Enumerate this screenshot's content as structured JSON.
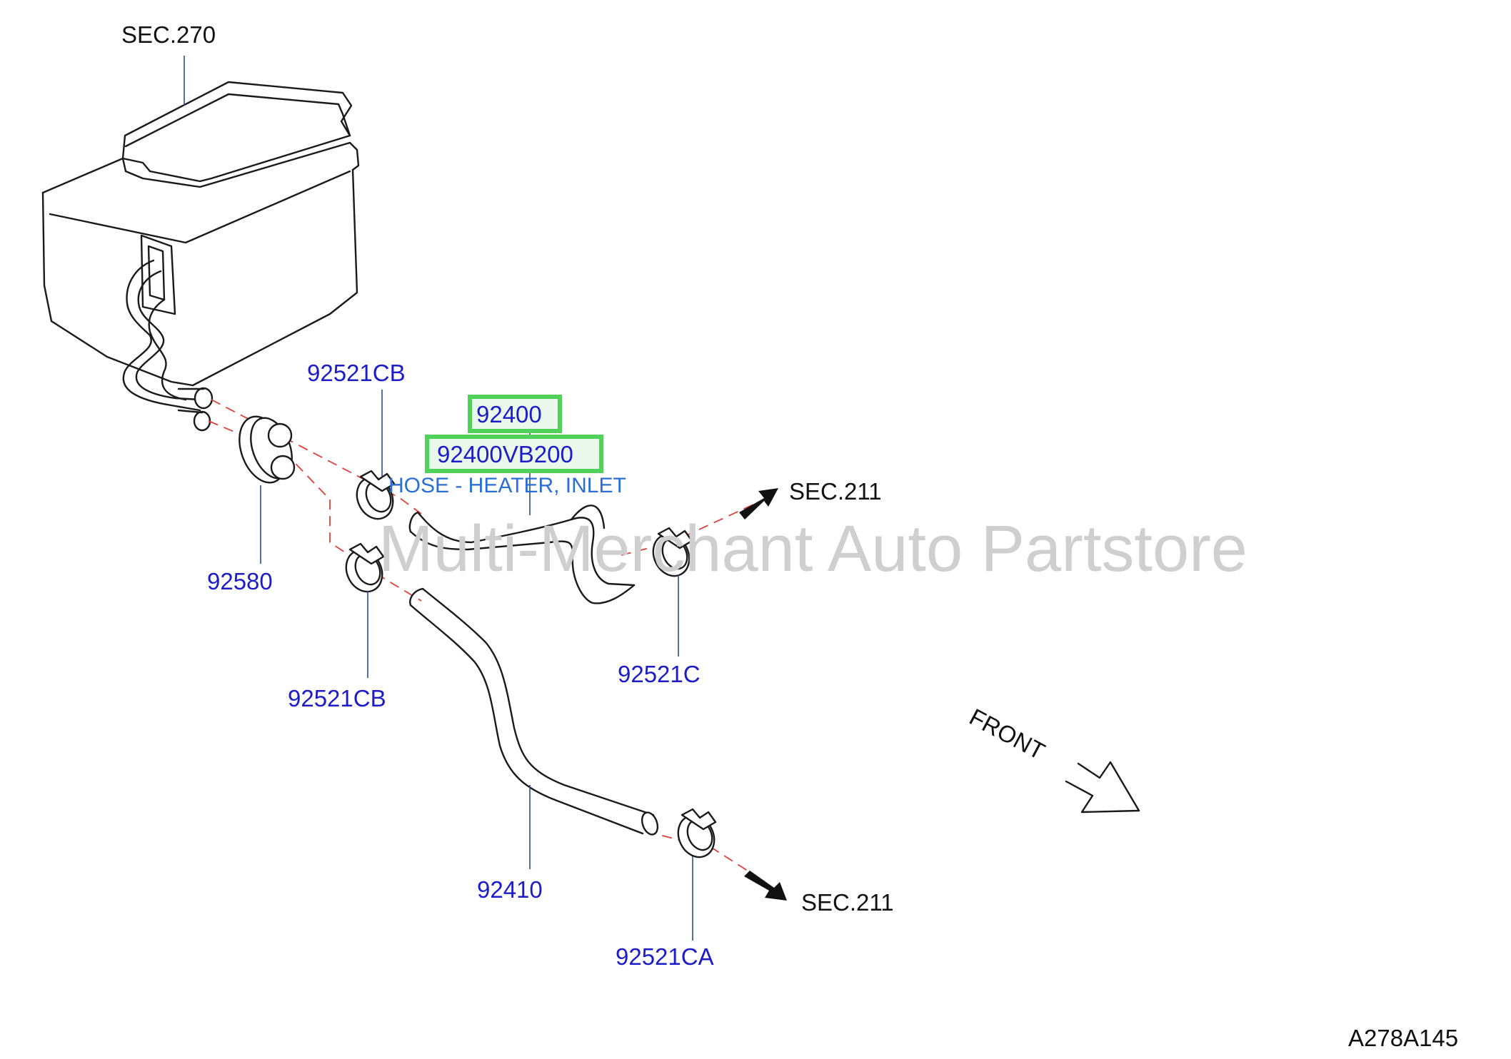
{
  "diagram": {
    "ref_labels": {
      "sec270": "SEC.270",
      "sec211_upper": "SEC.211",
      "sec211_lower": "SEC.211",
      "front": "FRONT",
      "diagram_code": "A278A145"
    },
    "parts": {
      "clamp_upper_left": "92521CB",
      "hose_inlet_number": "92400",
      "hose_inlet_partno": "92400VB200",
      "hose_inlet_desc": "HOSE - HEATER, INLET",
      "grommet": "92580",
      "clamp_lower_left": "92521CB",
      "clamp_upper_right": "92521C",
      "hose_outlet": "92410",
      "clamp_lower_right": "92521CA"
    },
    "watermark": "Multi-Merchant Auto Partstore",
    "colors": {
      "part_label": "#1c1cc8",
      "description": "#2a6fd6",
      "highlight_border": "#4fd15a",
      "dash_line": "#e0403a"
    }
  }
}
